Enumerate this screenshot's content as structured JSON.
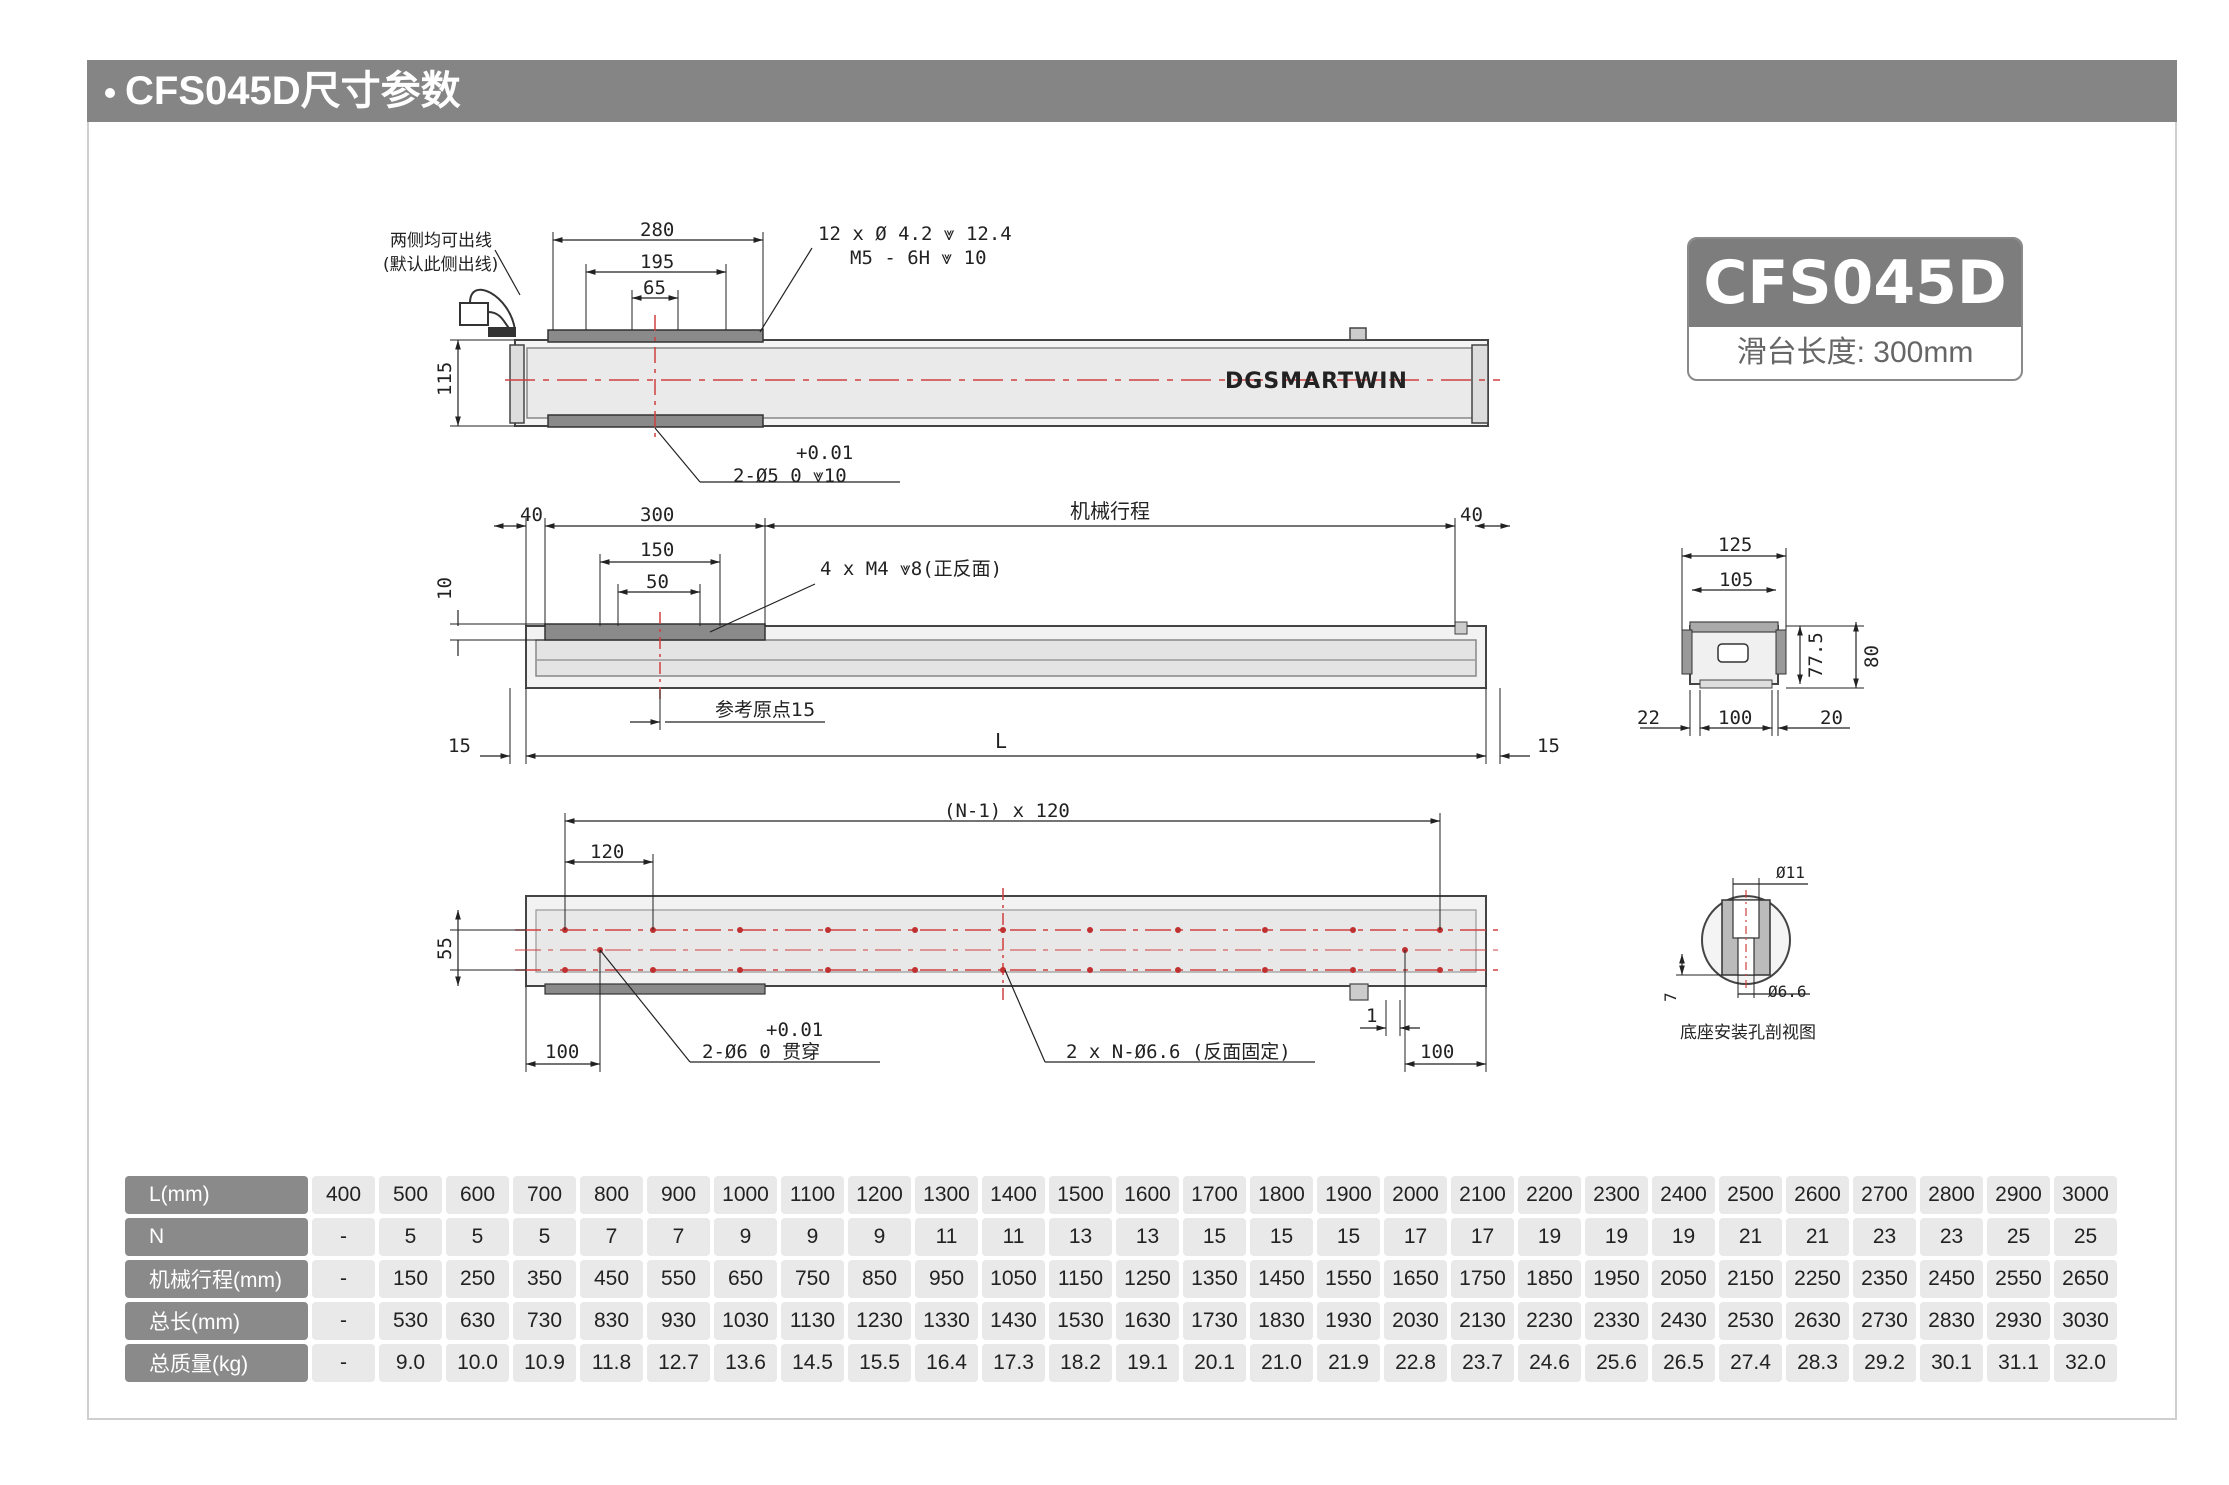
{
  "header": {
    "title": "CFS045D尺寸参数"
  },
  "model": {
    "name": "CFS045D",
    "slide_length": "滑台长度: 300mm"
  },
  "brand_logo": "DGSMARTWIN",
  "views": {
    "top": {
      "cable_note_line1": "两侧均可出线",
      "cable_note_line2": "(默认此侧出线)",
      "dim_280": "280",
      "dim_195": "195",
      "dim_65": "65",
      "dim_115": "115",
      "hole_note_1": "12 x Ø 4.2 ⩔ 12.4",
      "hole_note_2": "M5 - 6H ⩔ 10",
      "pin_tol": "+0.01",
      "pin_note": "2-Ø5  0   ⩔10"
    },
    "side": {
      "dim_40_left": "40",
      "dim_300": "300",
      "stroke_label": "机械行程",
      "dim_40_right": "40",
      "dim_150": "150",
      "dim_50": "50",
      "dim_10": "10",
      "tap_note": "4 x M4 ⩔8(正反面)",
      "origin_note": "参考原点15",
      "dim_15_left": "15",
      "dim_L": "L",
      "dim_15_right": "15"
    },
    "bottom": {
      "pitch_note": "(N-1) x 120",
      "dim_120": "120",
      "dim_55": "55",
      "dim_100_left": "100",
      "dim_1": "1",
      "dim_100_right": "100",
      "pin_tol": "+0.01",
      "pin_note": "2-Ø6  0     贯穿",
      "hole_note": "2 x N-Ø6.6 (反面固定)"
    },
    "end": {
      "dim_125": "125",
      "dim_105": "105",
      "dim_77_5": "77.5",
      "dim_80": "80",
      "dim_22": "22",
      "dim_100": "100",
      "dim_20": "20"
    },
    "section": {
      "dim_11": "Ø11",
      "dim_6_6": "Ø6.6",
      "dim_7": "7",
      "caption": "底座安装孔剖视图"
    }
  },
  "spec_table": {
    "rows": [
      {
        "label": "L(mm)",
        "values": [
          "400",
          "500",
          "600",
          "700",
          "800",
          "900",
          "1000",
          "1100",
          "1200",
          "1300",
          "1400",
          "1500",
          "1600",
          "1700",
          "1800",
          "1900",
          "2000",
          "2100",
          "2200",
          "2300",
          "2400",
          "2500",
          "2600",
          "2700",
          "2800",
          "2900",
          "3000"
        ]
      },
      {
        "label": "N",
        "values": [
          "-",
          "5",
          "5",
          "5",
          "7",
          "7",
          "9",
          "9",
          "9",
          "11",
          "11",
          "13",
          "13",
          "15",
          "15",
          "15",
          "17",
          "17",
          "19",
          "19",
          "19",
          "21",
          "21",
          "23",
          "23",
          "25",
          "25"
        ]
      },
      {
        "label": "机械行程(mm)",
        "values": [
          "-",
          "150",
          "250",
          "350",
          "450",
          "550",
          "650",
          "750",
          "850",
          "950",
          "1050",
          "1150",
          "1250",
          "1350",
          "1450",
          "1550",
          "1650",
          "1750",
          "1850",
          "1950",
          "2050",
          "2150",
          "2250",
          "2350",
          "2450",
          "2550",
          "2650"
        ]
      },
      {
        "label": "总长(mm)",
        "values": [
          "-",
          "530",
          "630",
          "730",
          "830",
          "930",
          "1030",
          "1130",
          "1230",
          "1330",
          "1430",
          "1530",
          "1630",
          "1730",
          "1830",
          "1930",
          "2030",
          "2130",
          "2230",
          "2330",
          "2430",
          "2530",
          "2630",
          "2730",
          "2830",
          "2930",
          "3030"
        ]
      },
      {
        "label": "总质量(kg)",
        "values": [
          "-",
          "9.0",
          "10.0",
          "10.9",
          "11.8",
          "12.7",
          "13.6",
          "14.5",
          "15.5",
          "16.4",
          "17.3",
          "18.2",
          "19.1",
          "20.1",
          "21.0",
          "21.9",
          "22.8",
          "23.7",
          "24.6",
          "25.6",
          "26.5",
          "27.4",
          "28.3",
          "29.2",
          "30.1",
          "31.1",
          "32.0"
        ]
      }
    ]
  }
}
